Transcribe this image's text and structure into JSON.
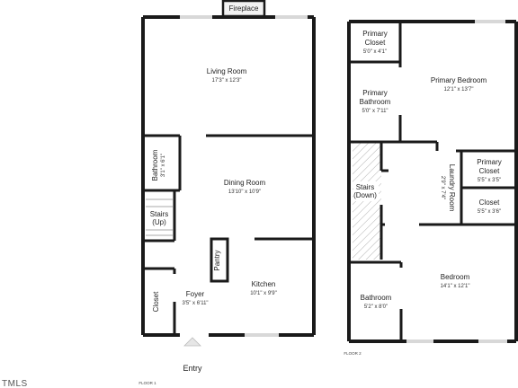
{
  "floor1": {
    "label": "FLOOR 1",
    "fireplace": "Fireplace",
    "living_room": {
      "name": "Living Room",
      "dims": "17'3\" x 12'3\""
    },
    "dining_room": {
      "name": "Dining Room",
      "dims": "13'10\" x 10'9\""
    },
    "kitchen": {
      "name": "Kitchen",
      "dims": "10'1\" x 9'9\""
    },
    "foyer": {
      "name": "Foyer",
      "dims": "3'5\" x 6'11\""
    },
    "bathroom": {
      "name": "Bathroom",
      "dims": "3'1\" x 6'1\""
    },
    "stairs": {
      "line1": "Stairs",
      "line2": "(Up)"
    },
    "closet": "Closet",
    "pantry": "Pantry",
    "entry": "Entry"
  },
  "floor2": {
    "label": "FLOOR 2",
    "primary_closet_top": {
      "line1": "Primary",
      "line2": "Closet",
      "dims": "5'0\" x 4'1\""
    },
    "primary_bedroom": {
      "name": "Primary Bedroom",
      "dims": "12'1\" x 13'7\""
    },
    "primary_bathroom": {
      "line1": "Primary",
      "line2": "Bathroom",
      "dims": "5'0\" x 7'11\""
    },
    "laundry_room": {
      "name": "Laundry Room",
      "dims": "2'9\" x 7'4\""
    },
    "primary_closet_right": {
      "line1": "Primary",
      "line2": "Closet",
      "dims": "5'5\" x 3'5\""
    },
    "closet": {
      "name": "Closet",
      "dims": "5'5\" x 3'6\""
    },
    "stairs": {
      "line1": "Stairs",
      "line2": "(Down)"
    },
    "bedroom": {
      "name": "Bedroom",
      "dims": "14'1\" x 12'1\""
    },
    "bathroom": {
      "name": "Bathroom",
      "dims": "5'2\" x 8'0\""
    }
  },
  "logo": "TMLS"
}
